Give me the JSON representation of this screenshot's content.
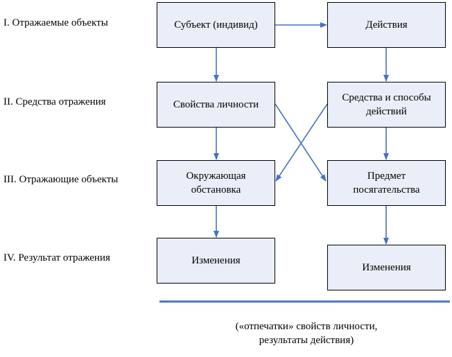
{
  "levels": [
    "I. Отражаемые объекты",
    "II. Средства отражения",
    "III. Отражающие объекты",
    "IV. Результат отражения"
  ],
  "nodes": {
    "subject": [
      "Субъект (индивид)"
    ],
    "actions": [
      "Действия"
    ],
    "personality": [
      "Свойства личности"
    ],
    "means": [
      "Средства и способы",
      "действий"
    ],
    "environment": [
      "Окружающая",
      "обстановка"
    ],
    "target": [
      "Предмет",
      "посягательства"
    ],
    "changes_left": [
      "Изменения"
    ],
    "changes_right": [
      "Изменения"
    ]
  },
  "caption": [
    "(«отпечатки» свойств личности,",
    "результаты действия)"
  ],
  "colors": {
    "box_fill": "#e9eef8",
    "arrow": "#4472c4",
    "divider": "#4472c4"
  }
}
